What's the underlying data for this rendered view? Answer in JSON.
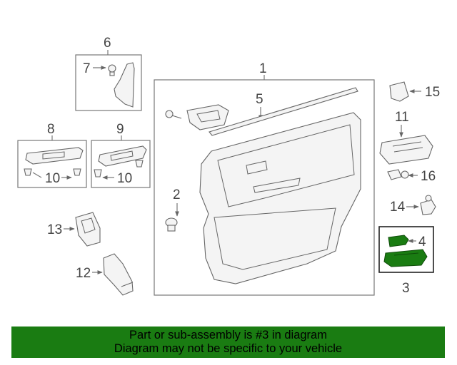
{
  "callouts": {
    "c1": "1",
    "c2": "2",
    "c3": "3",
    "c4": "4",
    "c5": "5",
    "c6": "6",
    "c7": "7",
    "c8": "8",
    "c9": "9",
    "c10a": "10",
    "c10b": "10",
    "c11": "11",
    "c12": "12",
    "c13": "13",
    "c14": "14",
    "c15": "15",
    "c16": "16"
  },
  "highlight_color": "#1a7c12",
  "banner": {
    "line1": "Part or sub-assembly is #3 in diagram",
    "line2": "Diagram may not be specific to your vehicle"
  }
}
